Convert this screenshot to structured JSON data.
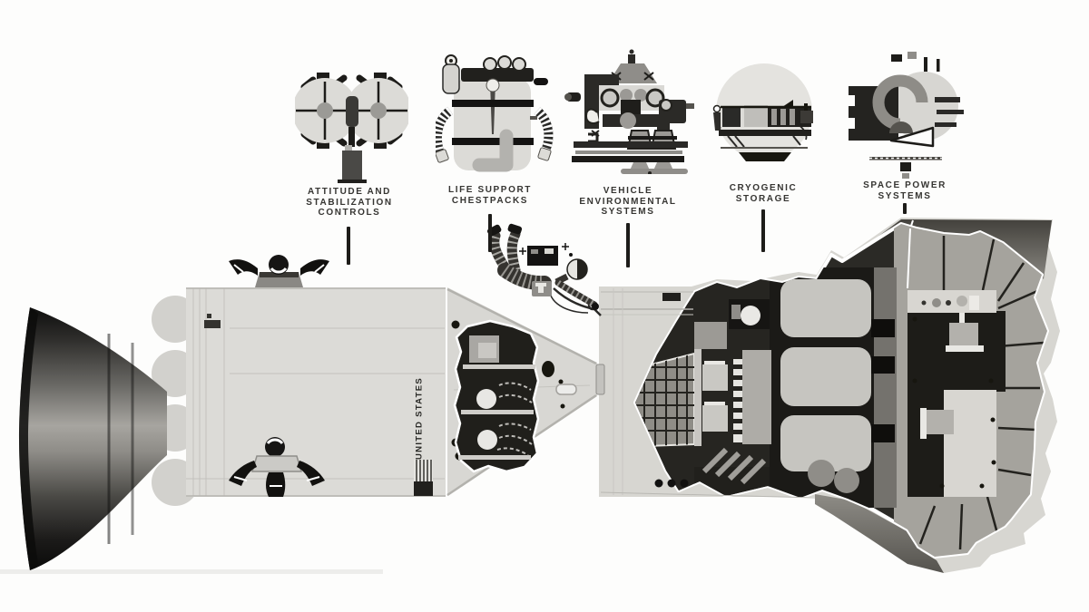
{
  "figure": {
    "type": "spacecraft-cutaway-illustration",
    "subject": "Apollo command and service module cutaway with system callouts",
    "background_color": "#fdfdfc",
    "ink_color": "#1d1c19",
    "hull_color": "#d9d8d4",
    "label_color": "#363532"
  },
  "callouts": [
    {
      "id": "attitude-stabilization-controls",
      "label": "ATTITUDE AND\nSTABILIZATION\nCONTROLS",
      "icon": "gyroscope-controls-icon"
    },
    {
      "id": "life-support-chestpacks",
      "label": "LIFE SUPPORT\nCHESTPACKS",
      "icon": "chestpack-icon"
    },
    {
      "id": "vehicle-environmental-systems",
      "label": "VEHICLE\nENVIRONMENTAL\nSYSTEMS",
      "icon": "environmental-unit-icon"
    },
    {
      "id": "cryogenic-storage",
      "label": "CRYOGENIC\nSTORAGE",
      "icon": "cryogenic-tank-icon"
    },
    {
      "id": "space-power-systems",
      "label": "SPACE POWER\nSYSTEMS",
      "icon": "power-unit-icon"
    }
  ],
  "spacecraft": {
    "marking": "UNITED STATES",
    "parts": [
      "engine-nozzle",
      "service-module",
      "reaction-control-thrusters",
      "command-module",
      "crew-cabin-cutaway",
      "eva-astronaut",
      "equipment-bay-cutaway"
    ]
  }
}
